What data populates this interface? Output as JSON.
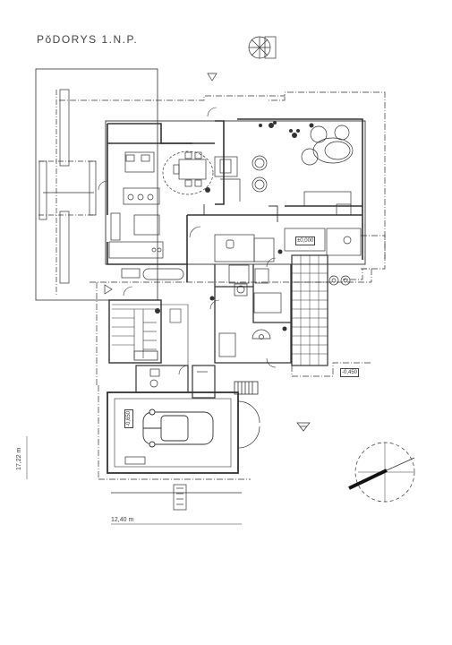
{
  "title": "PŏDORYS 1.N.P.",
  "dimensions": {
    "height": "17,22 m",
    "width": "12,40 m"
  },
  "levels": {
    "entrance": "±0,000",
    "terrace": "-0,450",
    "garage": "-0,650"
  }
}
